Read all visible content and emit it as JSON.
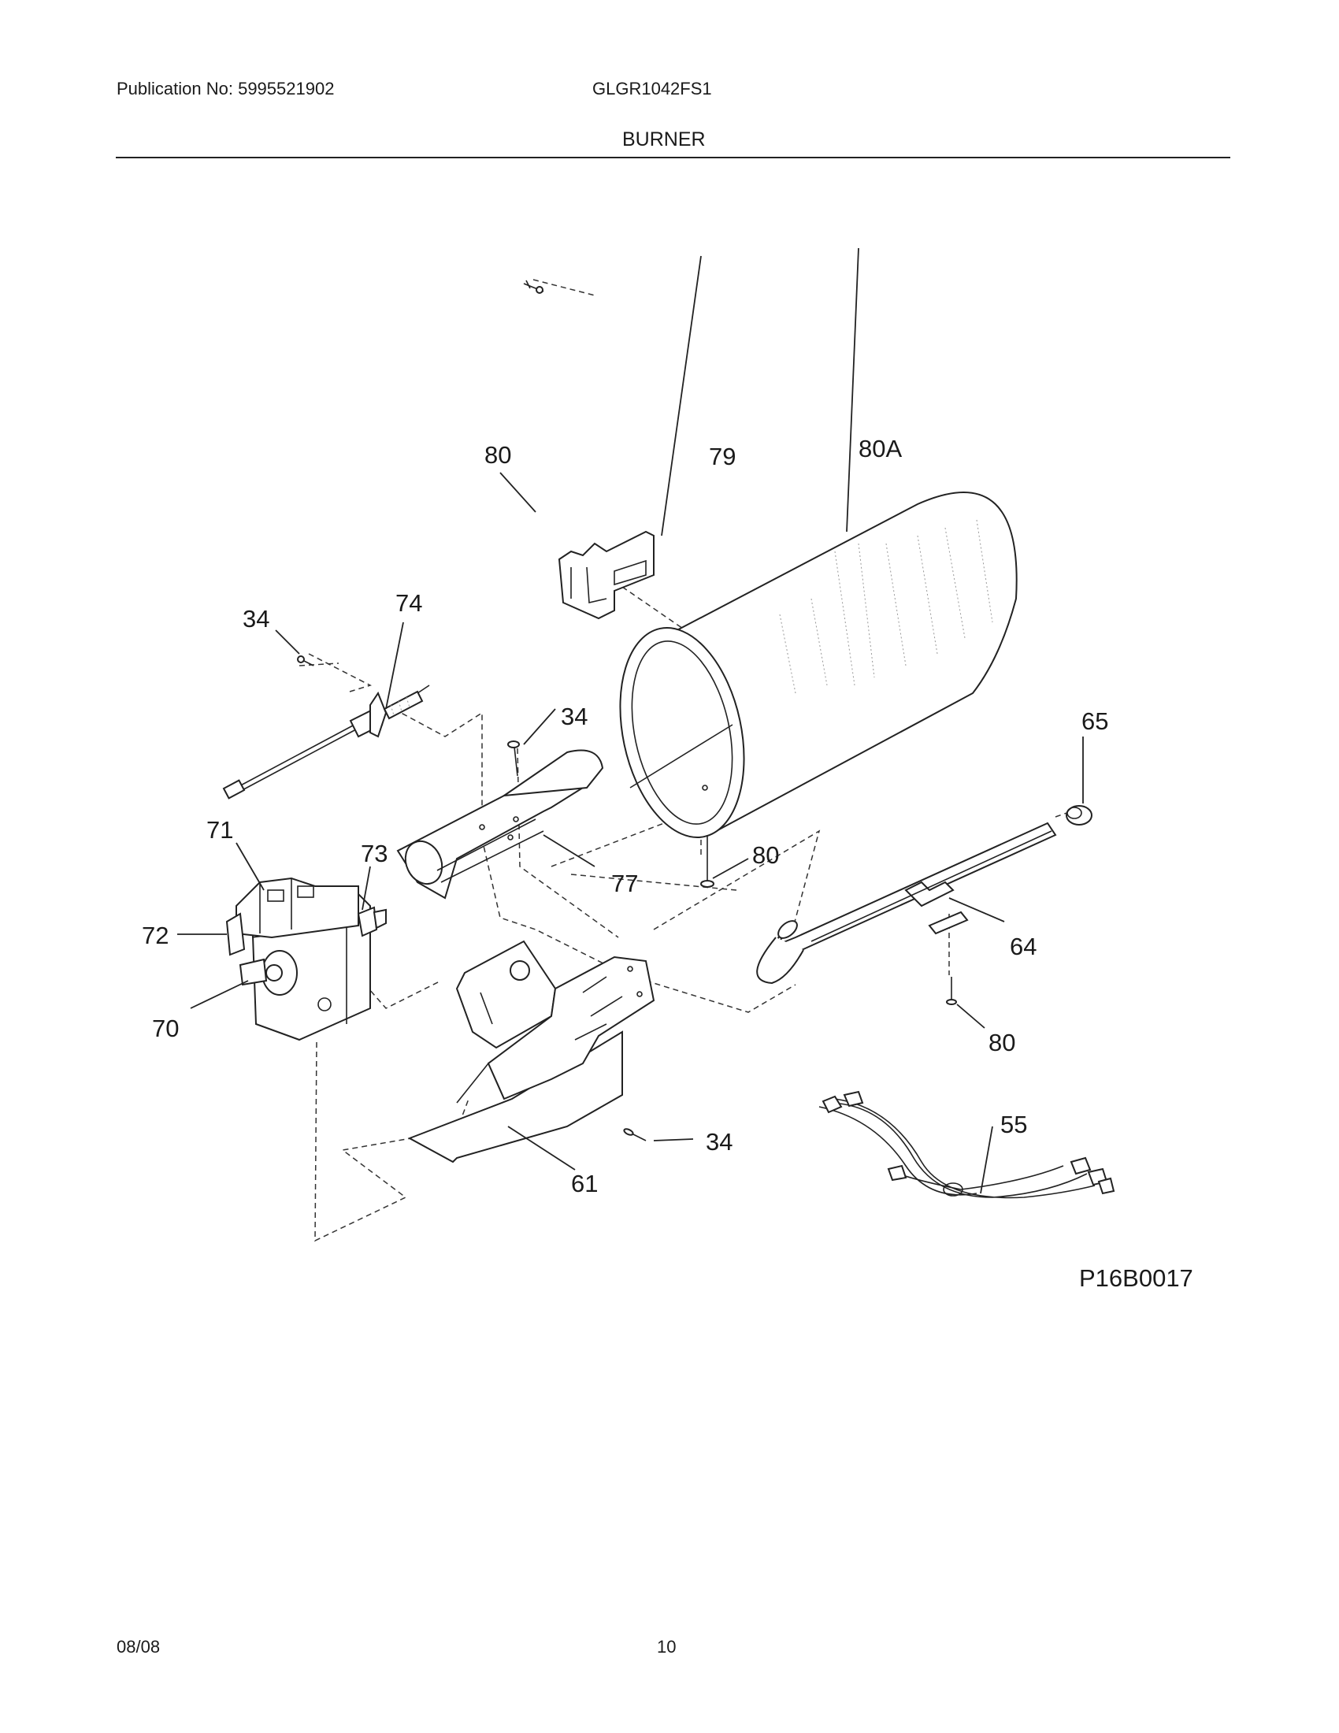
{
  "header": {
    "publication": "Publication No: 5995521902",
    "model": "GLGR1042FS1",
    "section_title": "BURNER"
  },
  "diagram": {
    "drawing_code": "P16B0017",
    "callouts": {
      "c80_top": "80",
      "c79": "79",
      "c80a": "80A",
      "c34_left": "34",
      "c74": "74",
      "c34_mid": "34",
      "c65": "65",
      "c71": "71",
      "c73": "73",
      "c80_mid": "80",
      "c77": "77",
      "c72": "72",
      "c64": "64",
      "c70": "70",
      "c80_right": "80",
      "c55": "55",
      "c34_bottom": "34",
      "c61": "61"
    }
  },
  "footer": {
    "date": "08/08",
    "page": "10"
  }
}
